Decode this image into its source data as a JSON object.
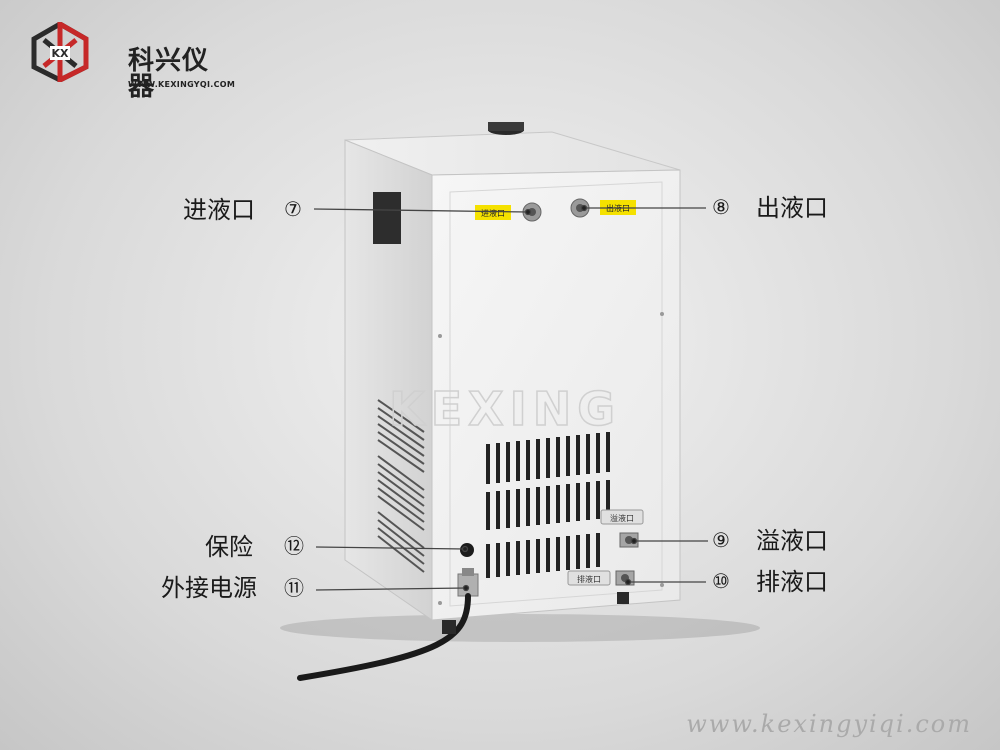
{
  "brand": {
    "name_cn": "科兴仪器",
    "url": "WWW.KEXINGYQI.COM",
    "mark_letters": "KX",
    "colors": {
      "red": "#c62828",
      "dark": "#2b2b2b"
    }
  },
  "product": {
    "panel_watermark": "KEXING",
    "port_tags": {
      "inlet": "进液口",
      "outlet": "出液口",
      "overflow": "溢液口",
      "drain": "排液口"
    }
  },
  "callouts": [
    {
      "id": "inlet",
      "number": "⑦",
      "label": "进液口"
    },
    {
      "id": "outlet",
      "number": "⑧",
      "label": "出液口"
    },
    {
      "id": "overflow",
      "number": "⑨",
      "label": "溢液口"
    },
    {
      "id": "drain",
      "number": "⑩",
      "label": "排液口"
    },
    {
      "id": "fuse",
      "number": "⑫",
      "label": "保险"
    },
    {
      "id": "power",
      "number": "⑪",
      "label": "外接电源"
    }
  ],
  "footer": {
    "watermark": "www.kexingyiqi.com"
  }
}
